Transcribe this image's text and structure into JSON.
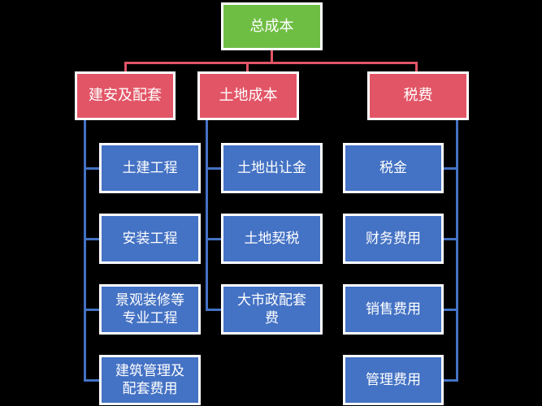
{
  "colors": {
    "background": "#000000",
    "root_fill": "#6FBE44",
    "branch_fill": "#E25566",
    "leaf_fill": "#4472C4",
    "connector_red": "#E25566",
    "connector_blue": "#4472C4",
    "box_border": "#FFFFFF",
    "text": "#FFFFFF"
  },
  "tree": {
    "root": {
      "label": "总成本"
    },
    "branches": [
      {
        "label": "建安及配套",
        "children": [
          "土建工程",
          "安装工程",
          "景观装修等专业工程",
          "建筑管理及配套费用"
        ]
      },
      {
        "label": "土地成本",
        "children": [
          "土地出让金",
          "土地契税",
          "大市政配套费"
        ]
      },
      {
        "label": "税费",
        "children": [
          "税金",
          "财务费用",
          "销售费用",
          "管理费用"
        ]
      }
    ]
  }
}
